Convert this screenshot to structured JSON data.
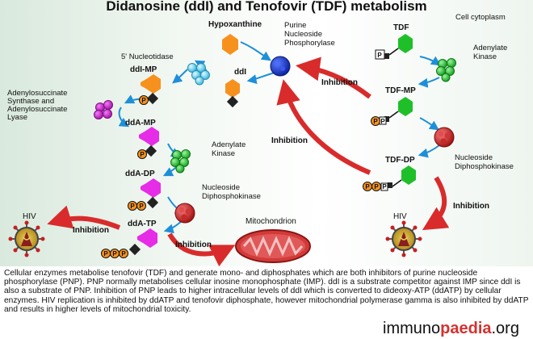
{
  "title": "Didanosine (ddI) and Tenofovir (TDF) metabolism",
  "cell_cytoplasm": "Cell cytoplasm",
  "molecules": {
    "hypoxanthine": "Hypoxanthine",
    "ddi": "ddI",
    "ddi_mp": "ddI-MP",
    "dda_mp": "ddA-MP",
    "dda_dp": "ddA-DP",
    "dda_tp": "ddA-TP",
    "tdf": "TDF",
    "tdf_mp": "TDF-MP",
    "tdf_dp": "TDF-DP"
  },
  "enzymes": {
    "pnp": "Purine\nNucleoside\nPhosphorylase",
    "nucleotidase": "5' Nucleotidase",
    "adenylosuccinate": "Adenylosuccinate\nSynthase and\nAdenylosuccinate\nLyase",
    "adenylate_kinase_left": "Adenylate\nKinase",
    "ndpk_left": "Nucleoside\nDiphosphokinase",
    "adenylate_kinase_right": "Adenylate\nKinase",
    "ndpk_right": "Nucleoside\nDiphosphokinase"
  },
  "labels": {
    "inhibition_tdf_mp": "Inhibition",
    "inhibition_tdf_dp_center": "Inhibition",
    "inhibition_tdf_dp_hiv": "Inhibition",
    "inhibition_dda_tp_hiv": "Inhibition",
    "inhibition_mito": "Inhibition",
    "mitochondrion": "Mitochondrion",
    "hiv_left": "HIV",
    "hiv_right": "HIV",
    "phosphate": "P"
  },
  "caption": "Cellular enzymes metabolise tenofovir (TDF) and generate mono- and diphosphates which are both inhibitors of purine nucleoside phosphorylase (PNP). PNP normally metabolises cellular inosine monophosphate (IMP). ddI is a substrate competitor against IMP since ddI is also a substrate of PNP. Inhibition of PNP leads to higher intracellular levels of ddI which is converted to dideoxy-ATP (ddATP) by cellular enzymes. HIV replication is inhibited by ddATP and tenofovir diphosphate, however mitochondrial polymerase gamma is also inhibited by ddATP and results in higher levels of mitochondrial toxicity.",
  "brand": {
    "part1": "immuno",
    "part2": "paedia",
    "part3": ".org"
  },
  "colors": {
    "orange": "#f7911e",
    "magenta": "#e62ce6",
    "green": "#1fbf2a",
    "cyan": "#58d3f0",
    "blue": "#1433c8",
    "purple": "#c322c8",
    "red": "#c81e1e",
    "arrow_blue": "#1d8fd9",
    "arrow_red": "#d92b2b",
    "mito": "#d23a3a"
  }
}
